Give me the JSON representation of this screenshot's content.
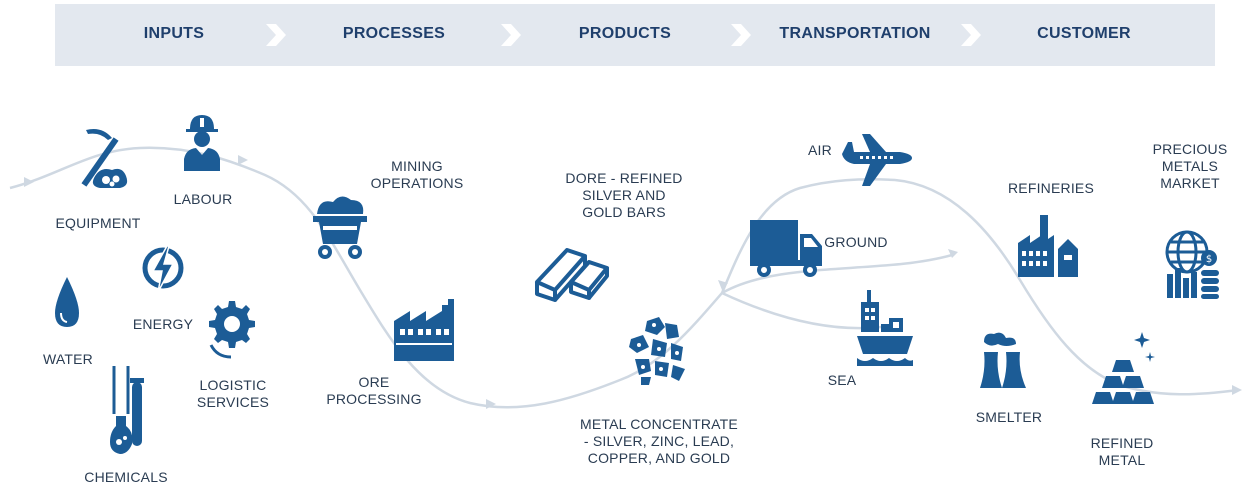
{
  "stages": [
    "INPUTS",
    "PROCESSES",
    "PRODUCTS",
    "TRANSPORTATION",
    "CUSTOMER"
  ],
  "labels": {
    "equipment": "EQUIPMENT",
    "labour": "LABOUR",
    "water": "WATER",
    "energy": "ENERGY",
    "logistic": "LOGISTIC\nSERVICES",
    "chemicals": "CHEMICALS",
    "mining": "MINING\nOPERATIONS",
    "ore": "ORE\nPROCESSING",
    "dore": "DORE - REFINED\nSILVER AND\nGOLD BARS",
    "concentrate": "METAL CONCENTRATE\n- SILVER, ZINC, LEAD,\nCOPPER, AND GOLD",
    "air": "AIR",
    "ground": "GROUND",
    "sea": "SEA",
    "refineries": "REFINERIES",
    "smelter": "SMELTER",
    "refined": "REFINED\nMETAL",
    "market": "PRECIOUS\nMETALS\nMARKET"
  },
  "colors": {
    "icon": "#1c5c96",
    "header_bg": "#e3e8ef",
    "stage_text": "#1f3f6c",
    "flow": "#cfd8e2"
  }
}
